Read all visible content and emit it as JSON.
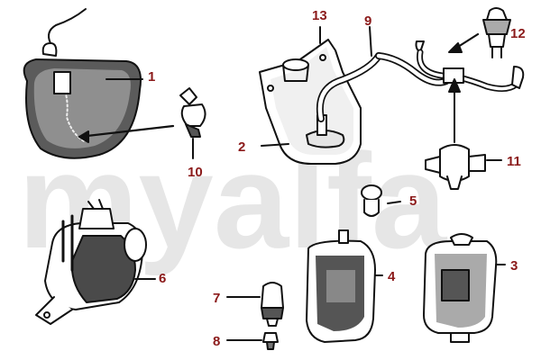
{
  "watermark": "myalfa",
  "label_color": "#8b1a1a",
  "parts": [
    {
      "number": "1",
      "part": "washer-bag-reservoir"
    },
    {
      "number": "2",
      "part": "washer-reservoir-bottle"
    },
    {
      "number": "3",
      "part": "washer-reservoir-tank"
    },
    {
      "number": "4",
      "part": "washer-reservoir-tank"
    },
    {
      "number": "5",
      "part": "hose-clip"
    },
    {
      "number": "6",
      "part": "washer-pump-assembly"
    },
    {
      "number": "7",
      "part": "washer-pump-motor"
    },
    {
      "number": "8",
      "part": "pump-grommet"
    },
    {
      "number": "9",
      "part": "washer-hose"
    },
    {
      "number": "10",
      "part": "check-valve"
    },
    {
      "number": "11",
      "part": "t-connector"
    },
    {
      "number": "12",
      "part": "washer-jet-nozzle"
    },
    {
      "number": "13",
      "part": "reservoir-cap"
    }
  ]
}
